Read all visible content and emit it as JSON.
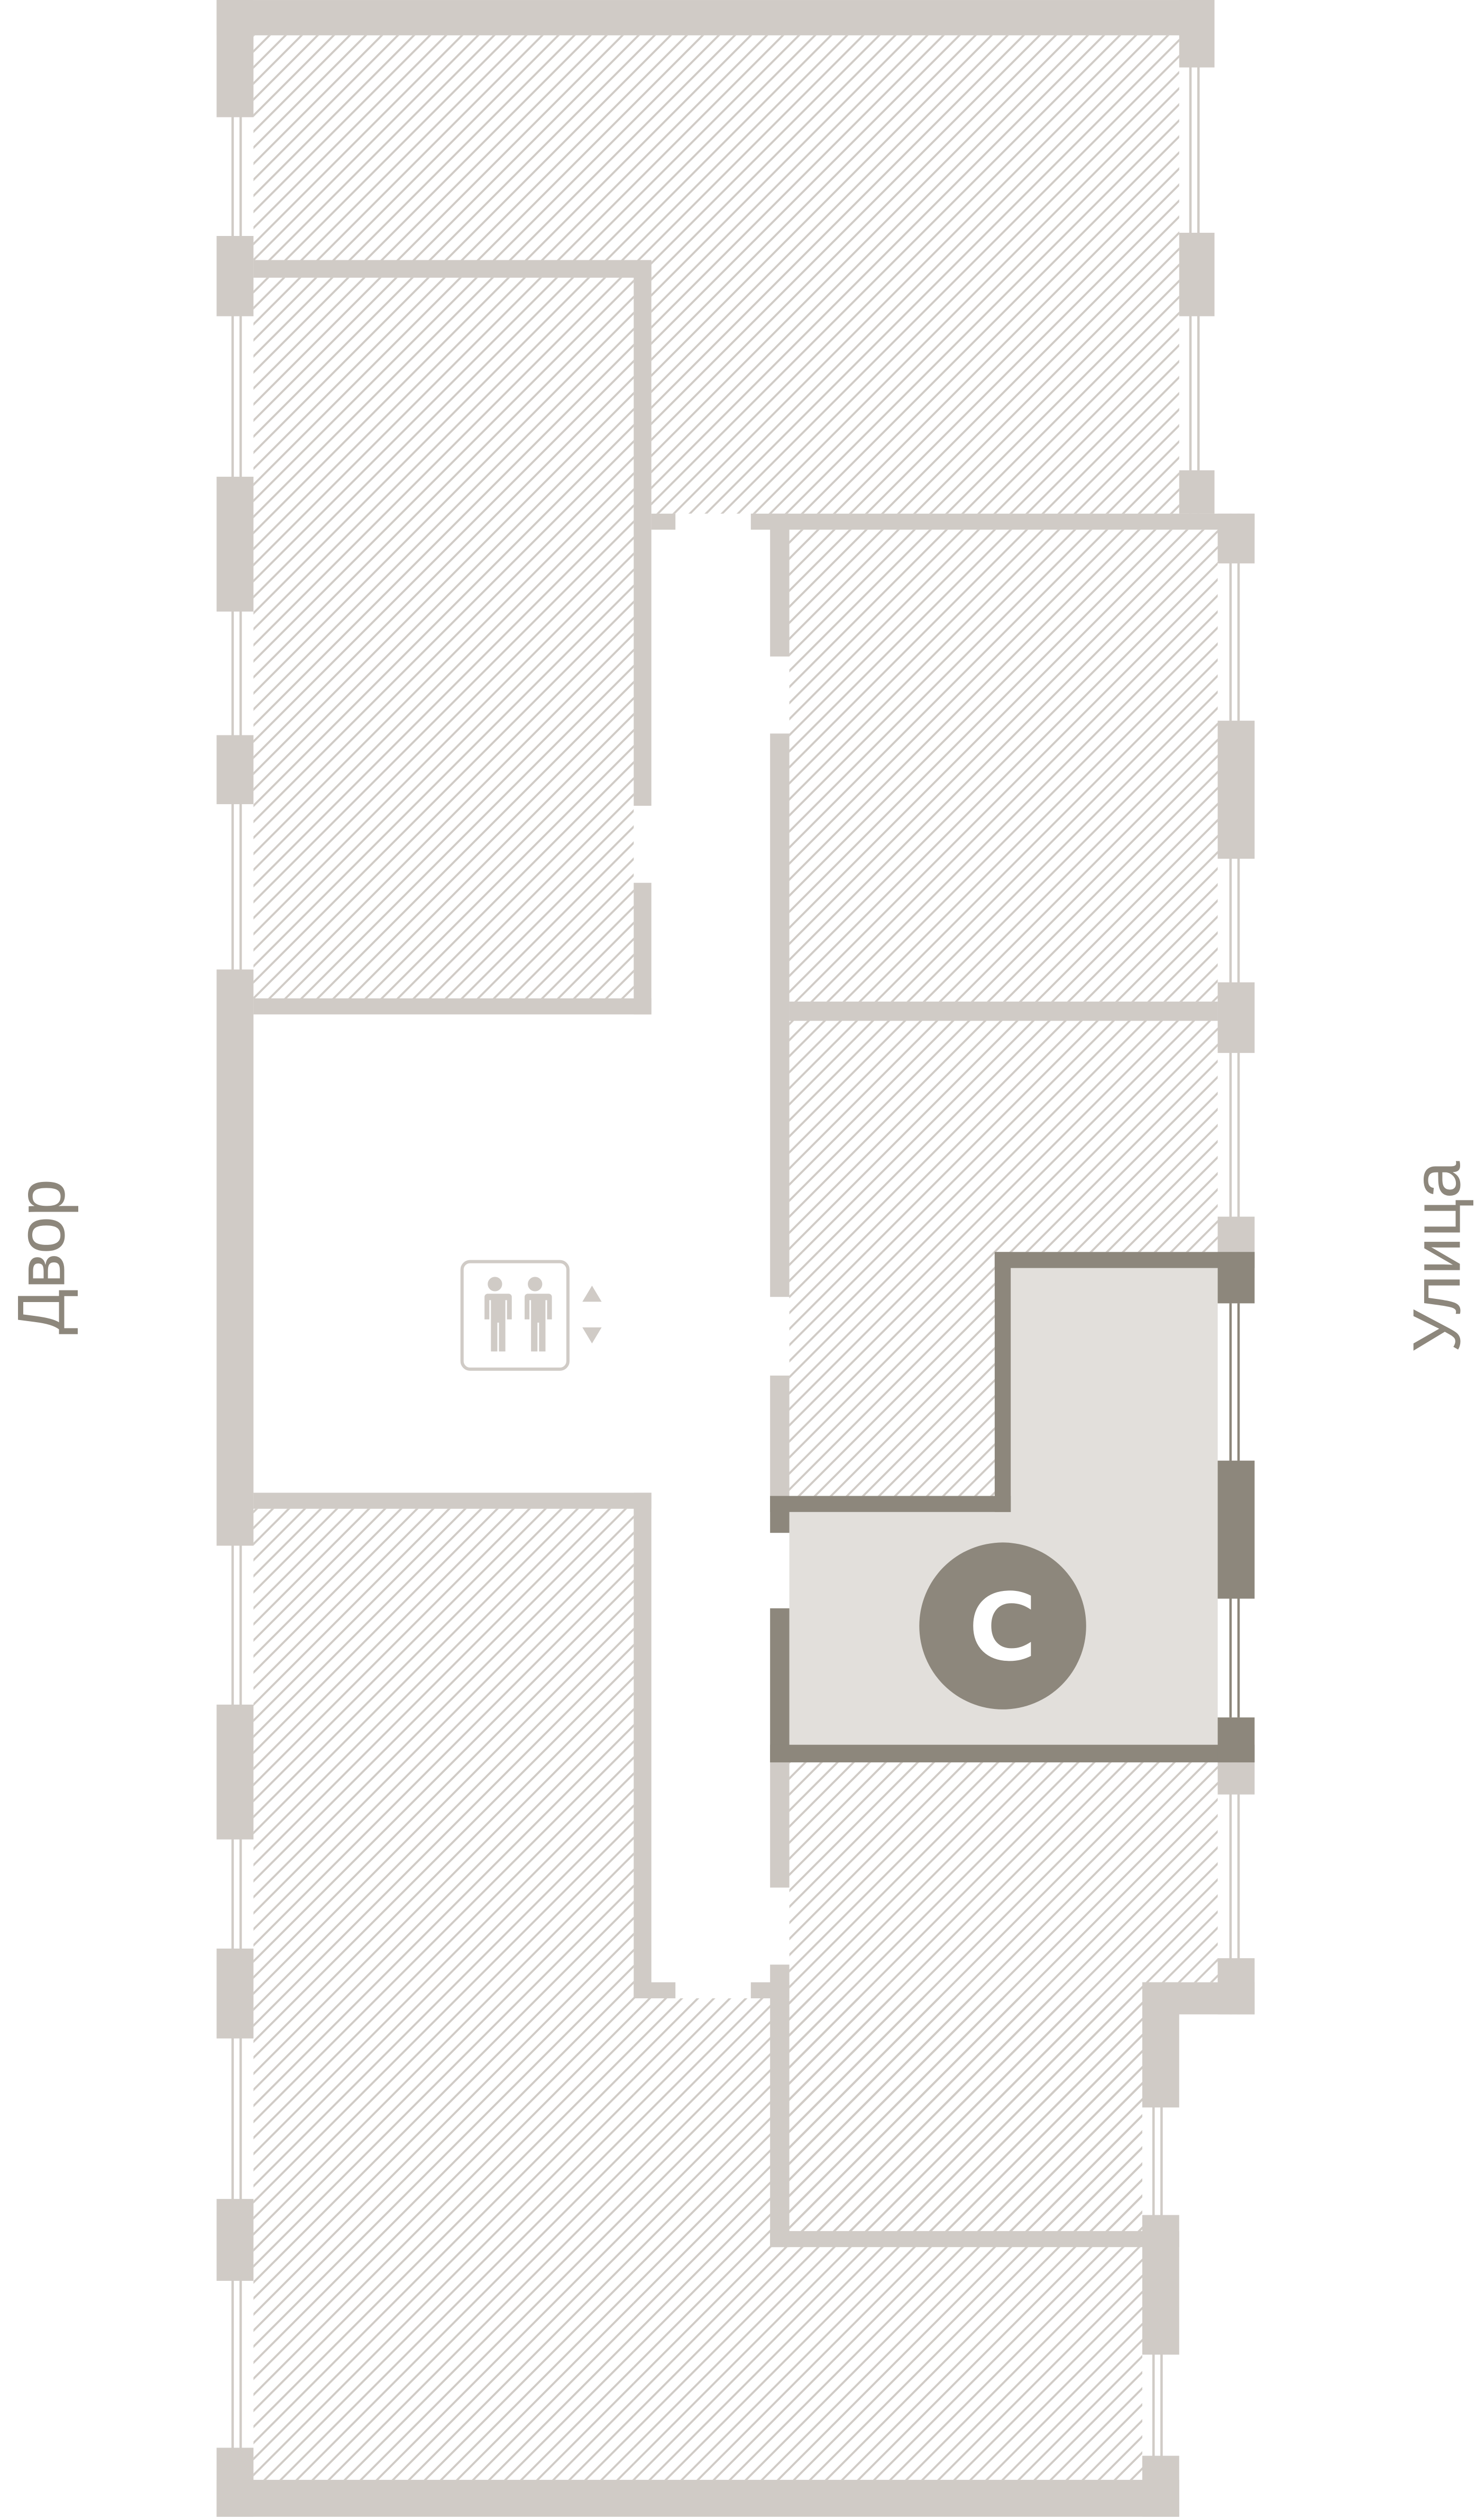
{
  "plan": {
    "left_label": "Двор",
    "right_label": "Улица",
    "selected_unit": {
      "letter": "С",
      "state": "selected"
    },
    "elevator_icon": "elevator-icon"
  },
  "colors": {
    "wall": "#d0cbc6",
    "selected_wall": "#8d877c",
    "selected_fill": "#e2dfdb",
    "hatch": "#d0cbc6"
  }
}
